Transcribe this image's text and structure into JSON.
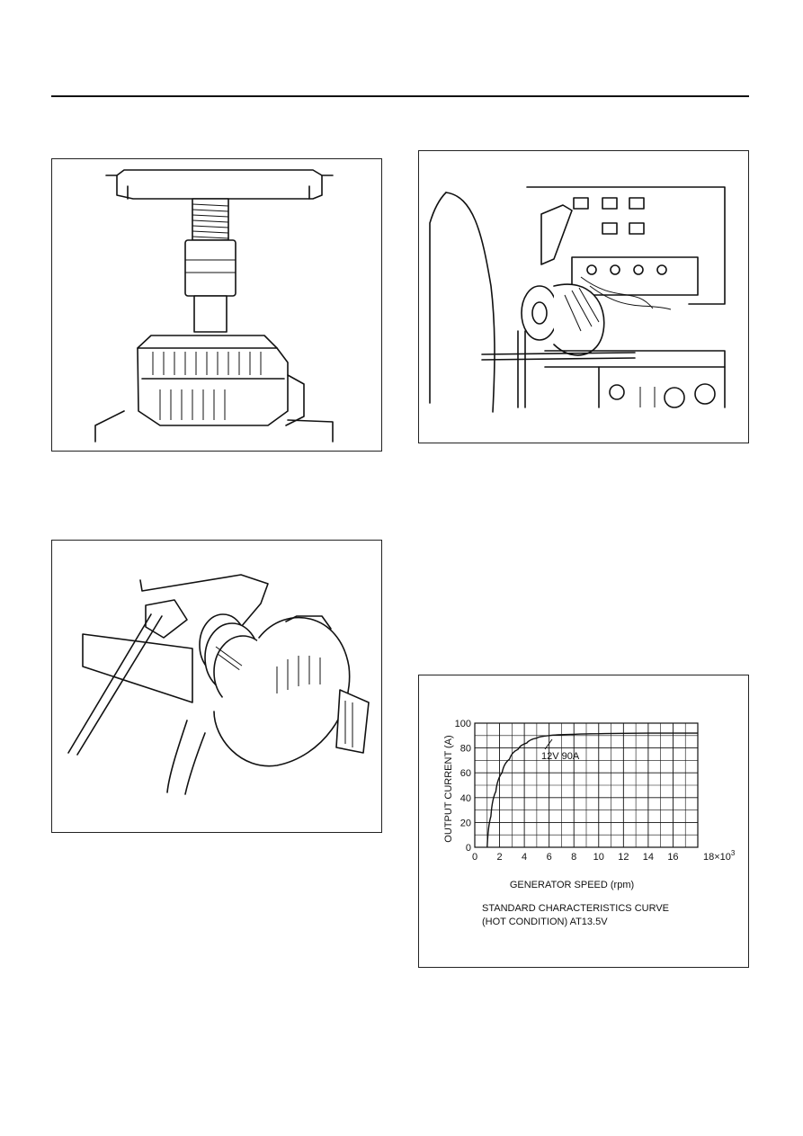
{
  "figures": {
    "press": {
      "label": "alternator-pulley-press-illustration"
    },
    "bench": {
      "label": "alternator-test-bench-illustration"
    },
    "wrench": {
      "label": "alternator-pulley-nut-wrench-illustration"
    }
  },
  "chart_data": {
    "type": "line",
    "title": "STANDARD CHARACTERISTICS CURVE",
    "subtitle": "(HOT CONDITION) AT13.5V",
    "xlabel": "GENERATOR SPEED (rpm)",
    "ylabel": "OUTPUT CURRENT (A)",
    "x_ticks": [
      "0",
      "2",
      "4",
      "6",
      "8",
      "10",
      "12",
      "14",
      "16",
      "18×10³"
    ],
    "y_ticks": [
      "0",
      "20",
      "40",
      "60",
      "80",
      "100"
    ],
    "xlim": [
      0,
      18
    ],
    "ylim": [
      0,
      100
    ],
    "x_unit_multiplier": "×10³",
    "grid": true,
    "series": [
      {
        "name": "12V 90A",
        "x": [
          1.0,
          1.3,
          1.7,
          2.2,
          2.8,
          3.5,
          4.2,
          5.0,
          6.0,
          8.0,
          10.0,
          12.0,
          14.0,
          16.0,
          18.0
        ],
        "y": [
          0,
          25,
          45,
          60,
          71,
          79,
          84,
          88,
          90,
          91,
          91.5,
          91.8,
          92,
          92,
          92
        ]
      }
    ],
    "annotation": "12V 90A"
  }
}
